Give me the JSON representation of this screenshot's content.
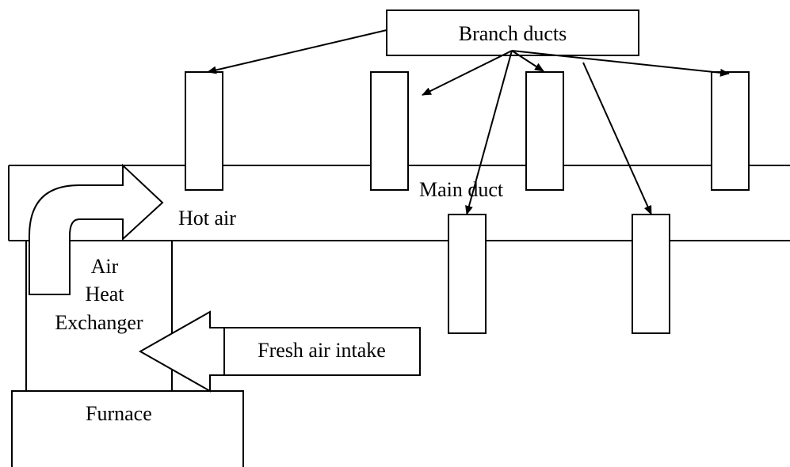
{
  "labels": {
    "branch_ducts": "Branch ducts",
    "main_duct": "Main duct",
    "hot_air": "Hot air",
    "air_heat_exchanger_line1": "Air",
    "air_heat_exchanger_line2": "Heat",
    "air_heat_exchanger_line3": "Exchanger",
    "fresh_air_intake": "Fresh air intake",
    "furnace": "Furnace"
  },
  "colors": {
    "stroke": "#000000",
    "background": "#ffffff"
  }
}
